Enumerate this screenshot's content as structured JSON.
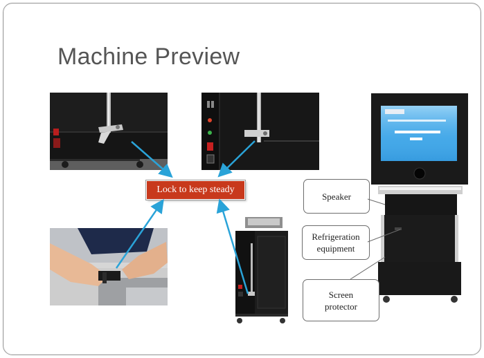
{
  "slide": {
    "title": "Machine Preview"
  },
  "badge": {
    "label": "Lock to keep steady"
  },
  "callouts": {
    "speaker": "Speaker",
    "refrigeration_line1": "Refrigeration",
    "refrigeration_line2": "equipment",
    "screen_line1": "Screen",
    "screen_line2": "protector"
  },
  "colors": {
    "title": "#555555",
    "badge_fill": "#c8391c",
    "arrow": "#2aa3d8",
    "machine_body": "#1b1b1b",
    "screen": "#3fa6e8"
  },
  "photos": [
    {
      "name": "photo-lock-side-latch",
      "icon": "latch-closeup"
    },
    {
      "name": "photo-lock-front-latch",
      "icon": "latch-closeup"
    },
    {
      "name": "photo-hands-locking",
      "icon": "hands-closeup"
    },
    {
      "name": "photo-machine-back",
      "icon": "machine-cabinet"
    },
    {
      "name": "photo-machine-front",
      "icon": "photo-kiosk"
    }
  ]
}
